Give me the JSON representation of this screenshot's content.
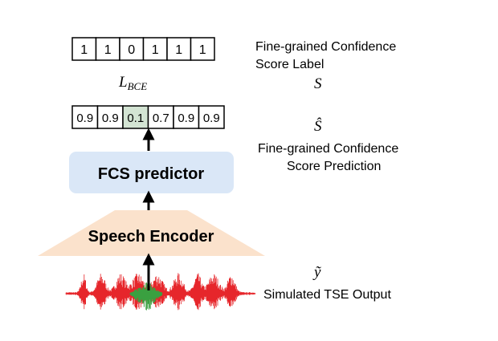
{
  "label_bits": [
    "1",
    "1",
    "0",
    "1",
    "1",
    "1"
  ],
  "label_title_line1": "Fine-grained Confidence",
  "label_title_line2": "Score Label",
  "loss_main": "L",
  "loss_sub": "BCE",
  "s_symbol": "S",
  "pred_scores": [
    "0.9",
    "0.9",
    "0.1",
    "0.7",
    "0.9",
    "0.9"
  ],
  "highlight_index": 2,
  "s_hat_symbol": "Ŝ",
  "pred_title_line1": "Fine-grained Confidence",
  "pred_title_line2": "Score Prediction",
  "fcs_predictor_label": "FCS predictor",
  "speech_encoder_label": "Speech Encoder",
  "y_tilde_symbol": "ỹ",
  "tse_output_label": "Simulated TSE Output",
  "colors": {
    "fcs_box": "#dae7f7",
    "encoder": "#fbe2cc",
    "highlight_cell": "#d3e4d3",
    "wave_red": "#e6262b",
    "wave_green": "#3aa040"
  }
}
